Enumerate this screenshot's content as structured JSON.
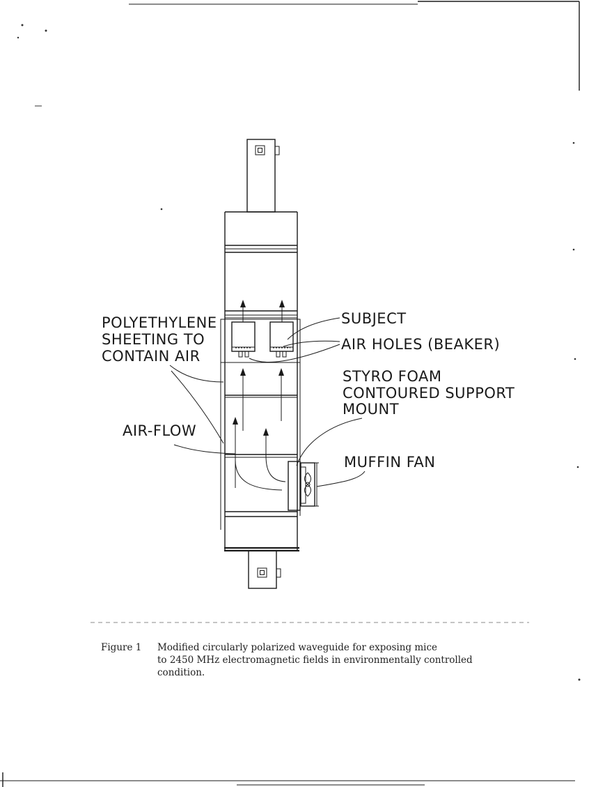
{
  "labels": {
    "polyethylene_line1": "POLYETHYLENE",
    "polyethylene_line2": "SHEETING TO",
    "polyethylene_line3": "CONTAIN AIR",
    "air_flow": "AIR-FLOW",
    "subject": "SUBJECT",
    "air_holes": "AIR HOLES (BEAKER)",
    "styro_line1": "STYRO FOAM",
    "styro_line2": "CONTOURED SUPPORT",
    "styro_line3": "MOUNT",
    "muffin_fan": "MUFFIN FAN"
  },
  "caption": {
    "figure_number": "Figure 1",
    "line1": "Modified circularly polarized waveguide for exposing mice",
    "line2": "to 2450 MHz electromagnetic fields in environmentally controlled",
    "line3": "condition."
  }
}
